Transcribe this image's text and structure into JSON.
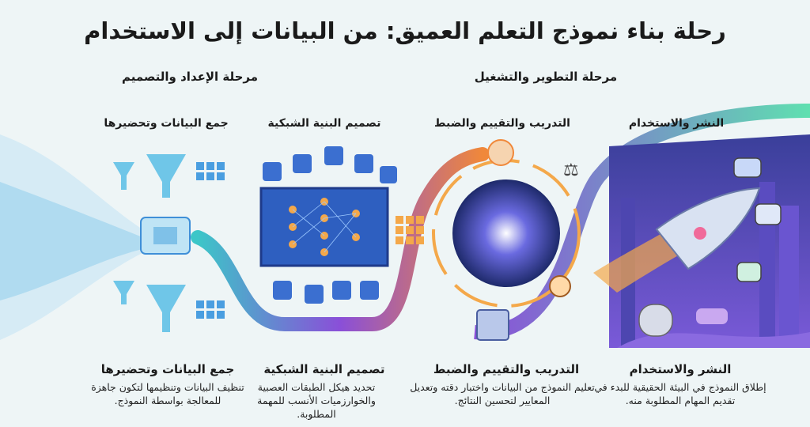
{
  "title": "رحلة بناء نموذج التعلم العميق: من البيانات إلى الاستخدام",
  "phases": [
    {
      "label": "مرحلة الإعداد والتصميم"
    },
    {
      "label": "مرحلة التطوير والتشغيل"
    }
  ],
  "stages": [
    {
      "title": "جمع البيانات وتحضيرها",
      "description": "تنظيف البيانات وتنظيمها لتكون جاهزة للمعالجة بواسطة النموذج."
    },
    {
      "title": "تصميم البنية الشبكية",
      "description": "تحديد هيكل الطبقات العصبية والخوارزميات الأنسب للمهمة المطلوبة."
    },
    {
      "title": "التدريب والتقييم والضبط",
      "description": "تعليم النموذج من البيانات واختبار دقته وتعديل المعايير لتحسين النتائج."
    },
    {
      "title": "النشر والاستخدام",
      "description": "إطلاق النموذج في البيئة الحقيقية للبدء في تقديم المهام المطلوبة منه."
    }
  ],
  "colors": {
    "blue": "#3f8fd8",
    "teal": "#3cc6c8",
    "orange": "#f0883a",
    "purple": "#8a4fd8",
    "navy": "#1e2a6b"
  },
  "icons": [
    "funnel-icon",
    "grid-icon",
    "processor-chip-icon",
    "neural-network-icon",
    "brain-icon",
    "scale-icon",
    "gauge-icon",
    "sliders-icon",
    "rocket-icon",
    "car-icon",
    "camera-icon",
    "chat-icon",
    "cloud-icon",
    "mri-scanner-icon"
  ]
}
